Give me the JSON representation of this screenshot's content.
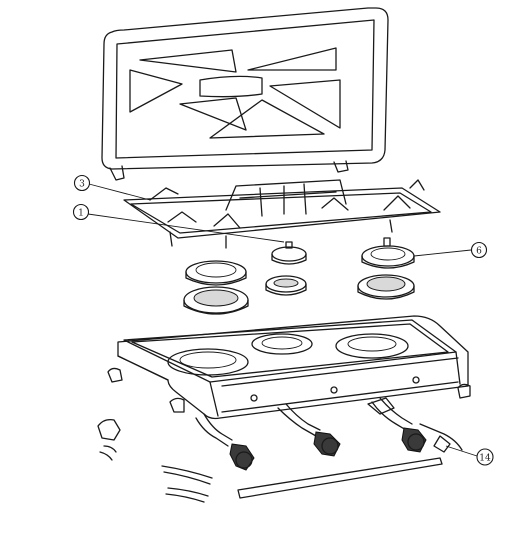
{
  "callouts": [
    {
      "id": "c3",
      "label": "3"
    },
    {
      "id": "c1",
      "label": "1"
    },
    {
      "id": "c6",
      "label": "6"
    },
    {
      "id": "c14",
      "label": "14"
    }
  ]
}
